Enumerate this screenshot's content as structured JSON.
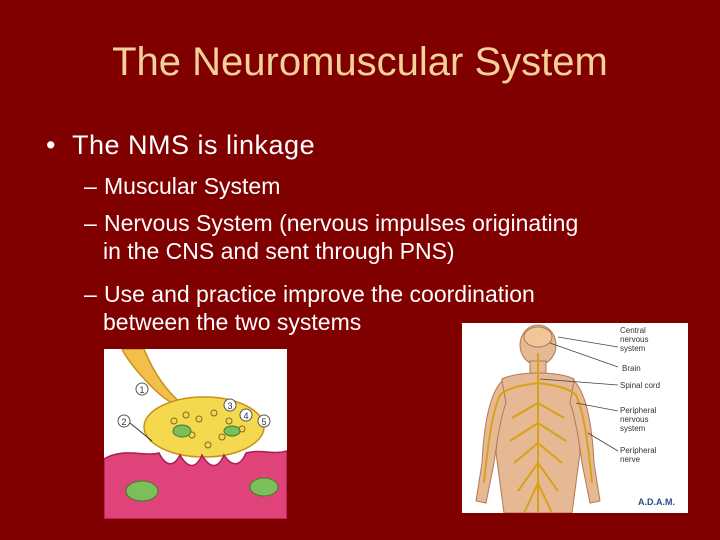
{
  "slide": {
    "title": "The Neuromuscular System",
    "bullet": "The NMS is linkage",
    "bullet_marker": "•",
    "sub_marker": "–",
    "sub_bullets": [
      {
        "line1": "Muscular System",
        "line2": ""
      },
      {
        "line1": "Nervous System (nervous impulses originating",
        "line2": "in the CNS and sent through PNS)"
      },
      {
        "line1": "Use and practice improve the coordination",
        "line2": "between the two systems"
      }
    ]
  },
  "synapse_figure": {
    "labels": [
      "1",
      "2",
      "3",
      "4",
      "5"
    ]
  },
  "nervous_figure": {
    "labels": {
      "central_line1": "Central",
      "central_line2": "nervous",
      "central_line3": "system",
      "brain": "Brain",
      "spinal_cord": "Spinal cord",
      "peripheral_line1": "Peripheral",
      "peripheral_line2": "nervous",
      "peripheral_line3": "system",
      "peripheral_nerve_line1": "Peripheral",
      "peripheral_nerve_line2": "nerve"
    },
    "logo": "A.D.A.M."
  }
}
